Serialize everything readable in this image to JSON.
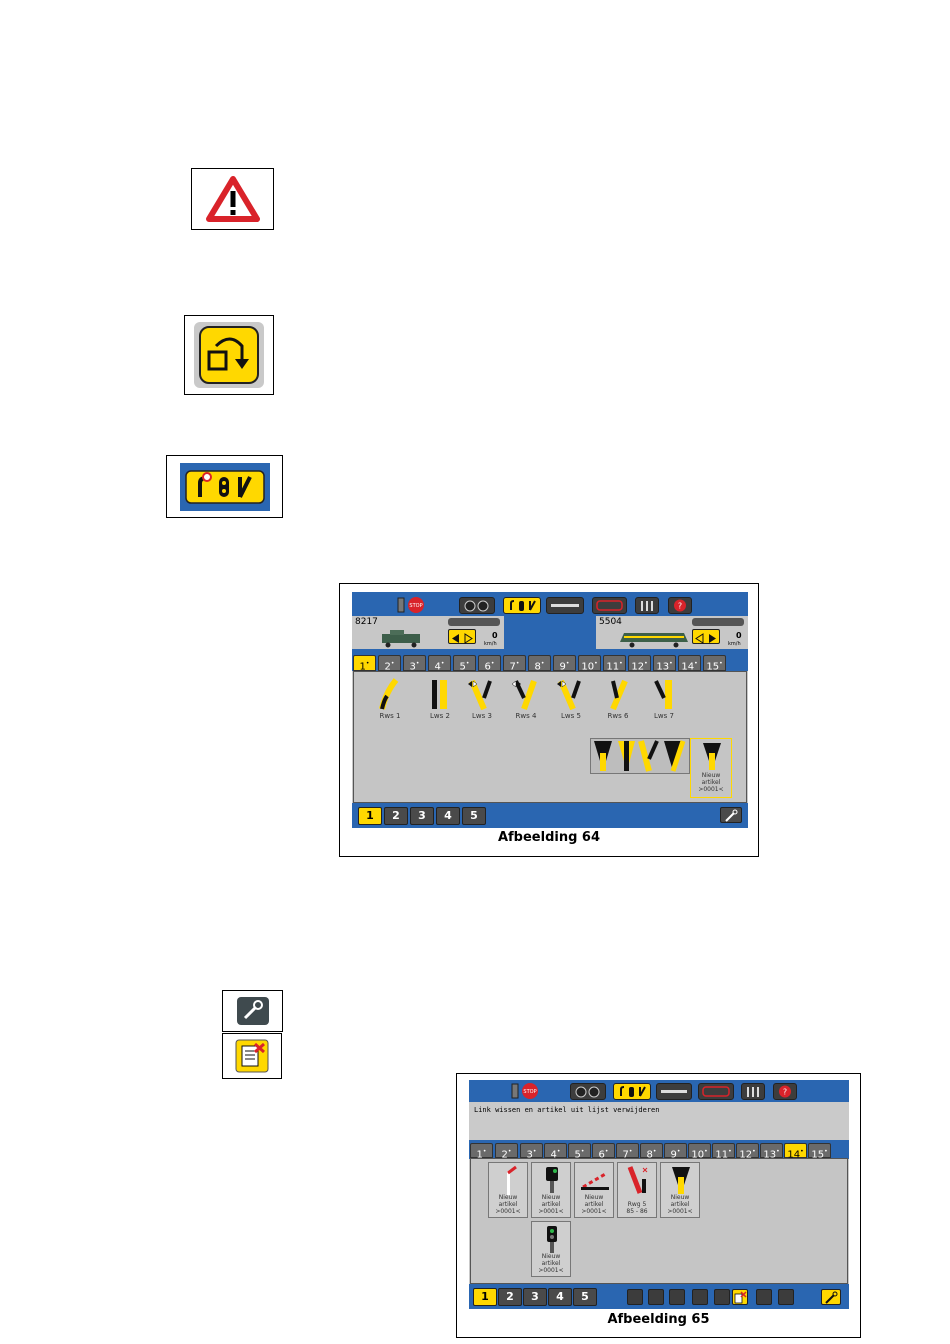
{
  "figure64": {
    "caption": "Afbeelding 64",
    "stop_label": "STOP",
    "loco_left": {
      "address": "8217",
      "speed": "0",
      "unit": "km/h"
    },
    "loco_right": {
      "address": "5504",
      "speed": "0",
      "unit": "km/h"
    },
    "tabs": [
      "1",
      "2",
      "3",
      "4",
      "5",
      "6",
      "7",
      "8",
      "9",
      "10",
      "11",
      "12",
      "13",
      "14",
      "15"
    ],
    "selected_tab": "1",
    "articles": [
      "Rws 1",
      "Lws 2",
      "Lws 3",
      "Rws 4",
      "Lws 5",
      "Rws 6",
      "Lws 7"
    ],
    "new_article": {
      "line1": "Nieuw",
      "line2": "artikel",
      "line3": ">0001<"
    },
    "pages": [
      "1",
      "2",
      "3",
      "4",
      "5"
    ],
    "selected_page": "1"
  },
  "figure65": {
    "caption": "Afbeelding 65",
    "stop_label": "STOP",
    "status_text": "Link wissen en artikel uit lijst verwijderen",
    "tabs": [
      "1",
      "2",
      "3",
      "4",
      "5",
      "6",
      "7",
      "8",
      "9",
      "10",
      "11",
      "12",
      "13",
      "14",
      "15"
    ],
    "selected_tab": "14",
    "articles": [
      {
        "line1": "Nieuw",
        "line2": "artikel",
        "line3": ">0001<"
      },
      {
        "line1": "Nieuw",
        "line2": "artikel",
        "line3": ">0001<"
      },
      {
        "line1": "Nieuw",
        "line2": "artikel",
        "line3": ">0001<"
      },
      {
        "line1": "Rwg 5",
        "line2": "85 - 86",
        "line3": ""
      },
      {
        "line1": "Nieuw",
        "line2": "artikel",
        "line3": ">0001<"
      },
      {
        "line1": "Nieuw",
        "line2": "artikel",
        "line3": ">0001<"
      }
    ],
    "pages": [
      "1",
      "2",
      "3",
      "4",
      "5"
    ],
    "selected_page": "1"
  },
  "colors": {
    "panel_blue": "#2a66b1",
    "active_yellow": "#ffd800",
    "warning_red": "#d9232a"
  }
}
